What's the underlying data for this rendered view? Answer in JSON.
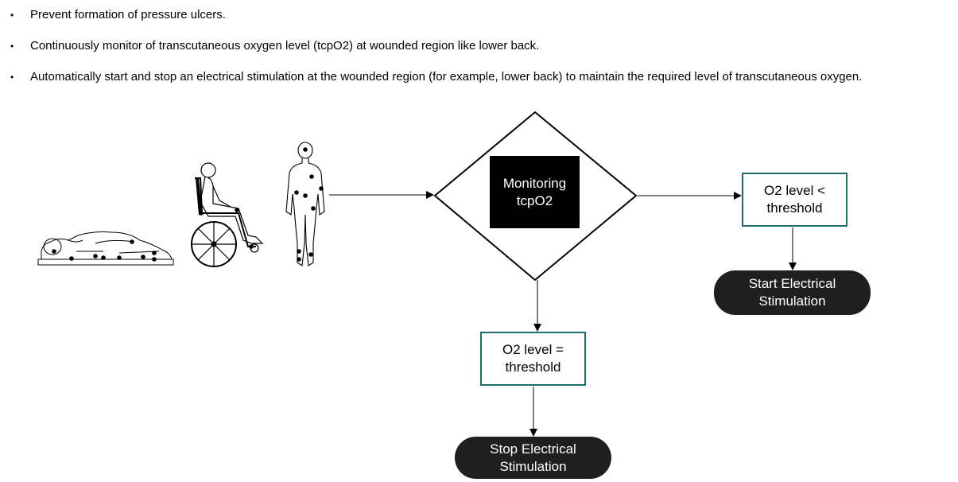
{
  "bullets": [
    "Prevent formation of pressure ulcers.",
    "Continuously monitor of transcutaneous oxygen level (tcpO2) at wounded region like lower back.",
    "Automatically start and stop an electrical stimulation at the wounded region (for example, lower back) to maintain the required level of transcutaneous oxygen."
  ],
  "bullet_symbol": "•",
  "flow": {
    "monitor": "Monitoring\ntcpO2",
    "below": "O2 level <\nthreshold",
    "equal": "O2 level =\nthreshold",
    "start": "Start Electrical\nStimulation",
    "stop": "Stop Electrical\nStimulation"
  },
  "colors": {
    "box_border": "#1e6e6e",
    "pill": "#1f1f1f",
    "monitor_box": "#000000"
  },
  "figures": [
    "patient-lying-icon",
    "patient-wheelchair-icon",
    "patient-standing-back-icon"
  ]
}
